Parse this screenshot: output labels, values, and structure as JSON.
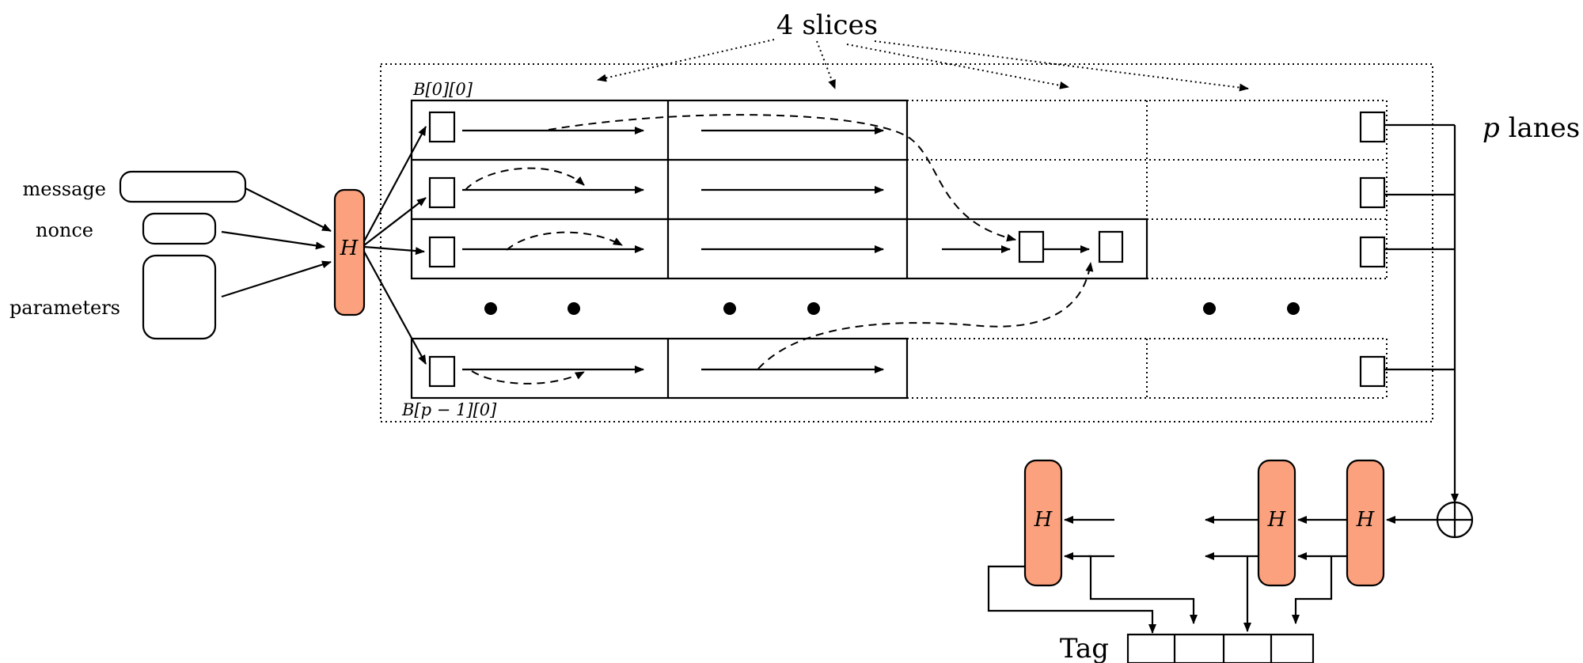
{
  "labels": {
    "slices": "4 slices",
    "lanes_var": "p",
    "lanes_word": " lanes",
    "message": "message",
    "nonce": "nonce",
    "parameters": "parameters",
    "hash": "H",
    "block_first": "B[0][0]",
    "block_last": "B[p − 1][0]",
    "tag": "Tag",
    "xor": "⊕"
  },
  "colors": {
    "hash_fill": "#FCA17D",
    "stroke": "#000000",
    "background": "#FFFFFF"
  },
  "icons": {
    "xor": "circled-plus-icon",
    "ellipsis": "dots-icon"
  }
}
